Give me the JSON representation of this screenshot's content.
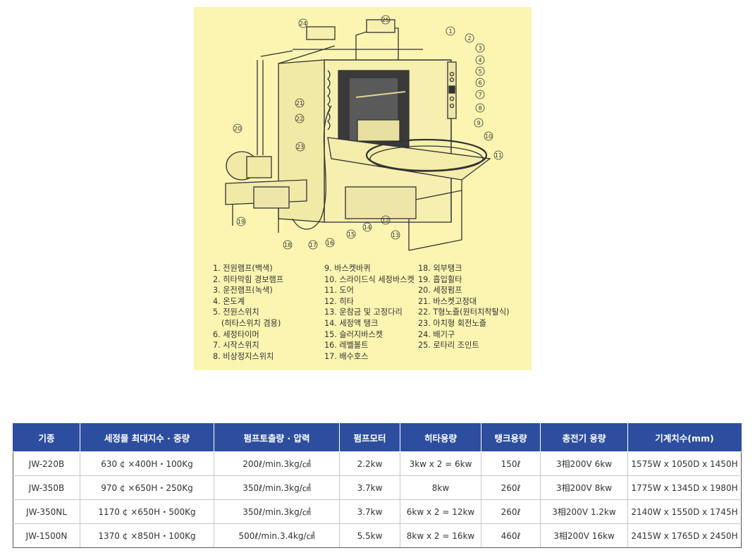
{
  "figure": {
    "callouts": [
      "1",
      "2",
      "3",
      "4",
      "5",
      "6",
      "7",
      "8",
      "9",
      "10",
      "11",
      "12",
      "13",
      "14",
      "15",
      "16",
      "17",
      "18",
      "19",
      "20",
      "21",
      "22",
      "23",
      "24",
      "25"
    ],
    "legend": {
      "col1": [
        "1. 전원램프(백색)",
        "2. 히타막힘 경보램프",
        "3. 운전램프(녹색)",
        "4. 온도계",
        "5. 전원스위치",
        "(히타스위치 겸용)",
        "6. 세정타이머",
        "7. 시작스위치",
        "8. 비상정지스위치"
      ],
      "col2": [
        "9. 바스켓바퀴",
        "10. 스라이드식 세정바스켓",
        "11. 도어",
        "12. 히타",
        "13. 운참금 및 고정다리",
        "14. 세정액 탱크",
        "15. 슬러지바스켓",
        "16. 레벨볼트",
        "17. 배수호스"
      ],
      "col3": [
        "18. 외부탱크",
        "19. 흡입휠타",
        "20. 세정펌프",
        "21. 바스켓고정대",
        "22. T형노즐(원터치착탈식)",
        "23. 아치형 회전노즐",
        "24. 배기구",
        "25. 로타리 조인트"
      ]
    }
  },
  "table": {
    "headers": [
      "기종",
      "세정물 최대지수 · 중량",
      "펌프토출량 · 압력",
      "펌프모터",
      "히타용량",
      "탱크용량",
      "총전기 용량",
      "기계치수(mm)"
    ],
    "rows": [
      [
        "JW-220B",
        "630 ¢ ×400H・100Kg",
        "200ℓ/min.3kg/㎠",
        "2.2kw",
        "3kw x 2 = 6kw",
        "150ℓ",
        "3相200V 6kw",
        "1575W x 1050D x 1450H"
      ],
      [
        "JW-350B",
        "970 ¢ ×650H・250Kg",
        "350ℓ/min.3kg/㎠",
        "3.7kw",
        "8kw",
        "260ℓ",
        "3相200V 8kw",
        "1775W x 1345D x 1980H"
      ],
      [
        "JW-350NL",
        "1170 ¢ ×650H・500Kg",
        "350ℓ/min.3kg/㎠",
        "3.7kw",
        "6kw x 2 = 12kw",
        "260ℓ",
        "3相200V 1.2kw",
        "2140W x 1550D x 1745H"
      ],
      [
        "JW-1500N",
        "1370 ¢ ×850H・100Kg",
        "500ℓ/min.3.4kg/㎠",
        "5.5kw",
        "8kw x 2 = 16kw",
        "460ℓ",
        "3相200V 16kw",
        "2415W x 1765D x 2450H"
      ]
    ]
  }
}
